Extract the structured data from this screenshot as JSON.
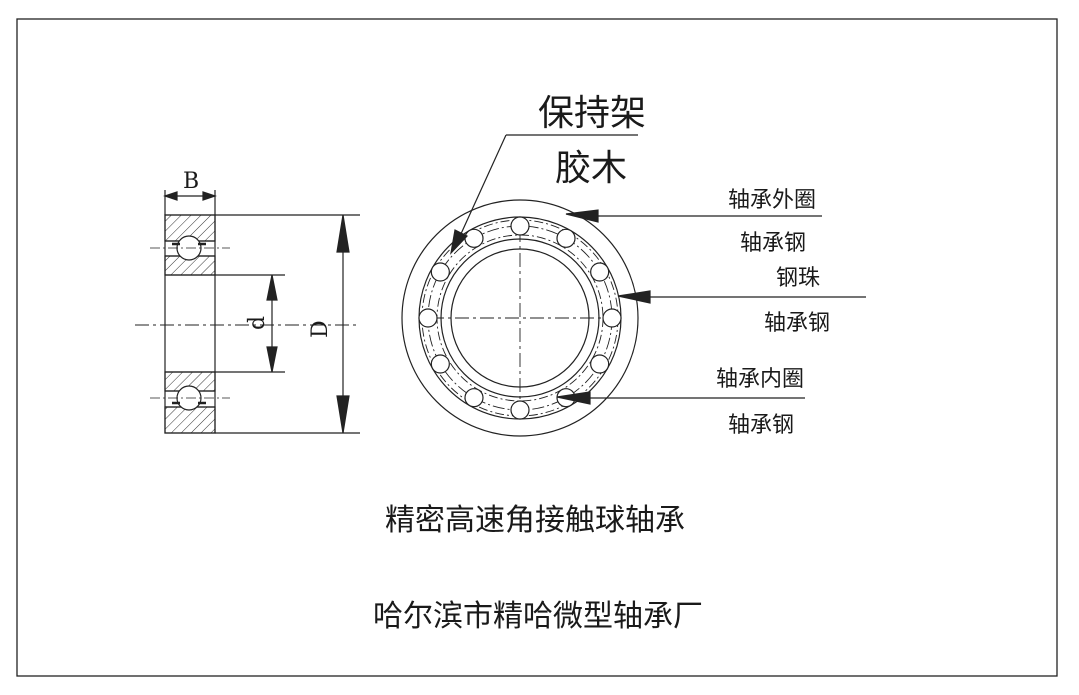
{
  "diagram": {
    "cage_label": "保持架",
    "cage_material": "胶木",
    "outer_ring_label": "轴承外圈",
    "outer_ring_material": "轴承钢",
    "ball_label": "钢珠",
    "ball_material": "轴承钢",
    "inner_ring_label": "轴承内圈",
    "inner_ring_material": "轴承钢",
    "dim_width": "B",
    "dim_bore": "d",
    "dim_outer": "D"
  },
  "caption": {
    "product": "精密高速角接触球轴承",
    "manufacturer": "哈尔滨市精哈微型轴承厂"
  },
  "balls": {
    "count": 12
  }
}
